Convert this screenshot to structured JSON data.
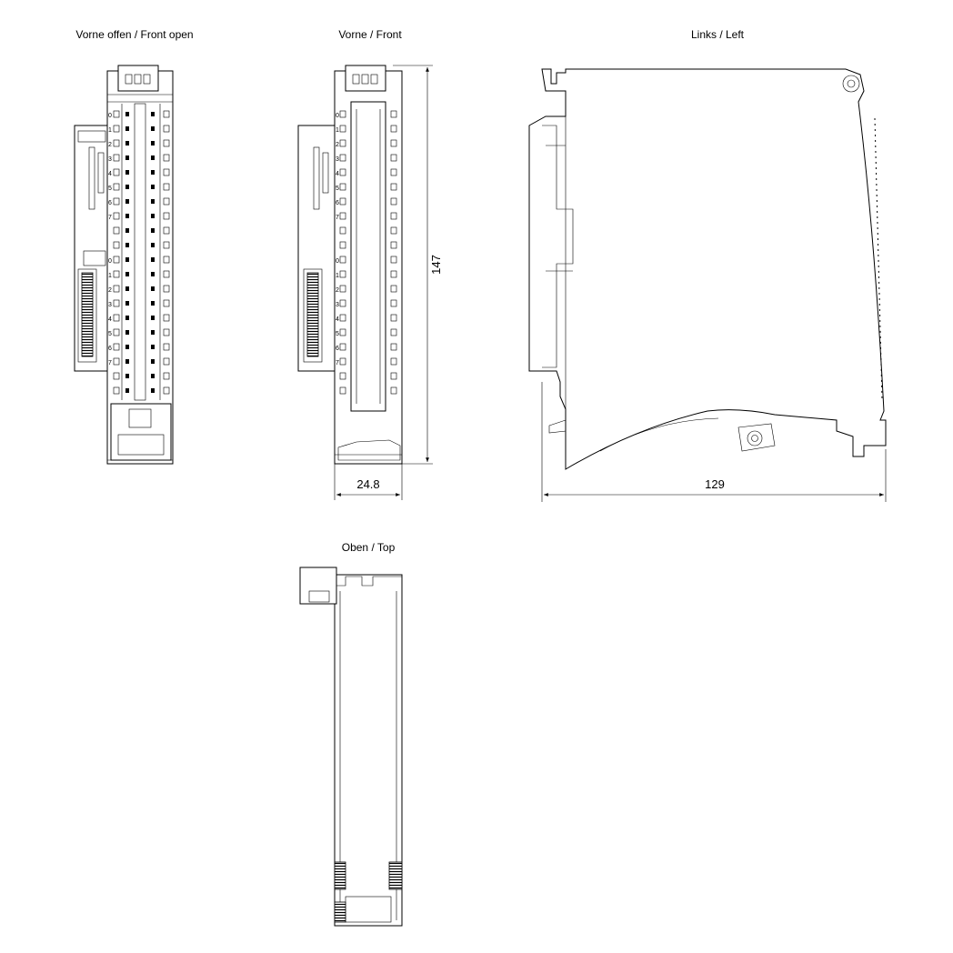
{
  "views": {
    "front_open": {
      "title": "Vorne offen / Front open",
      "channel_numbers": [
        "0",
        "1",
        "2",
        "3",
        "4",
        "5",
        "6",
        "7",
        "0",
        "1",
        "2",
        "3",
        "4",
        "5",
        "6",
        "7"
      ]
    },
    "front": {
      "title": "Vorne / Front",
      "channel_numbers": [
        "0",
        "1",
        "2",
        "3",
        "4",
        "5",
        "6",
        "7",
        "0",
        "1",
        "2",
        "3",
        "4",
        "5",
        "6",
        "7"
      ]
    },
    "left": {
      "title": "Links / Left"
    },
    "top": {
      "title": "Oben / Top"
    }
  },
  "dimensions": {
    "height": "147",
    "width": "24.8",
    "depth": "129"
  }
}
